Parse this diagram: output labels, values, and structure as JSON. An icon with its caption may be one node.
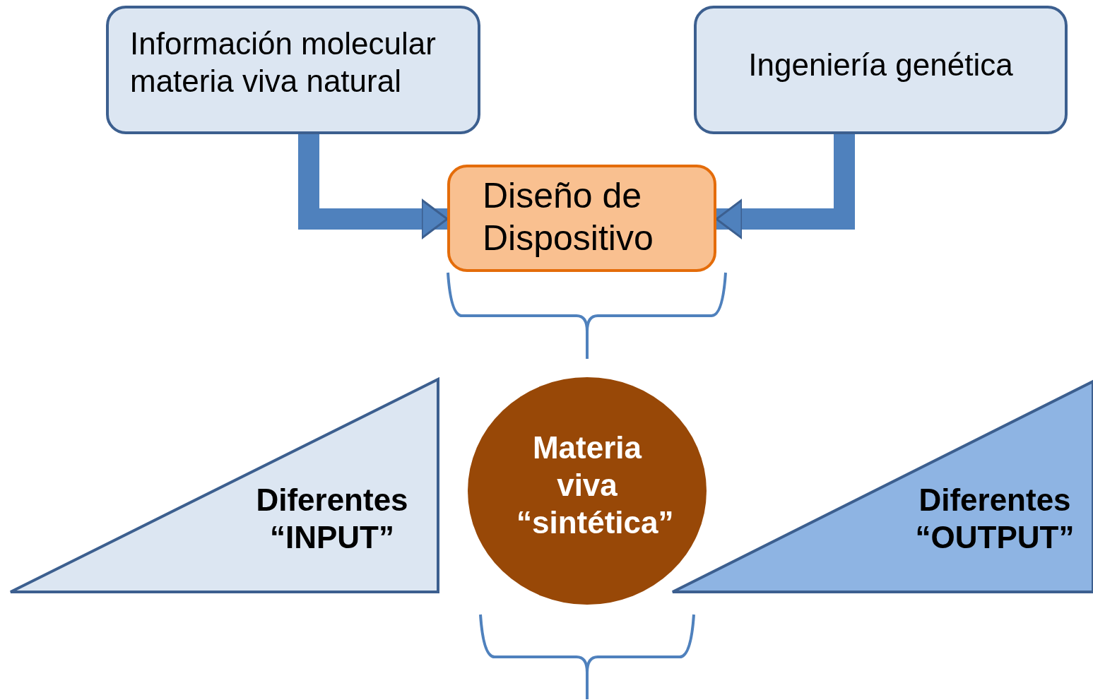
{
  "diagram": {
    "nodes": [
      {
        "text": [
          "Información molecular materia viva natural"
        ]
      },
      {
        "text": [
          "Ingeniería genética"
        ]
      },
      {
        "text": [
          "Diseño de Dispositivo"
        ]
      },
      {
        "text": [
          "Materia viva “sintética”"
        ]
      },
      {
        "text": [
          "Diferentes “INPUT”"
        ]
      },
      {
        "text": [
          "Diferentes “OUTPUT”"
        ]
      }
    ],
    "edges": [
      {
        "from": 0,
        "to": 2,
        "arrow": "to"
      },
      {
        "from": 1,
        "to": 2,
        "arrow": "to"
      }
    ]
  }
}
